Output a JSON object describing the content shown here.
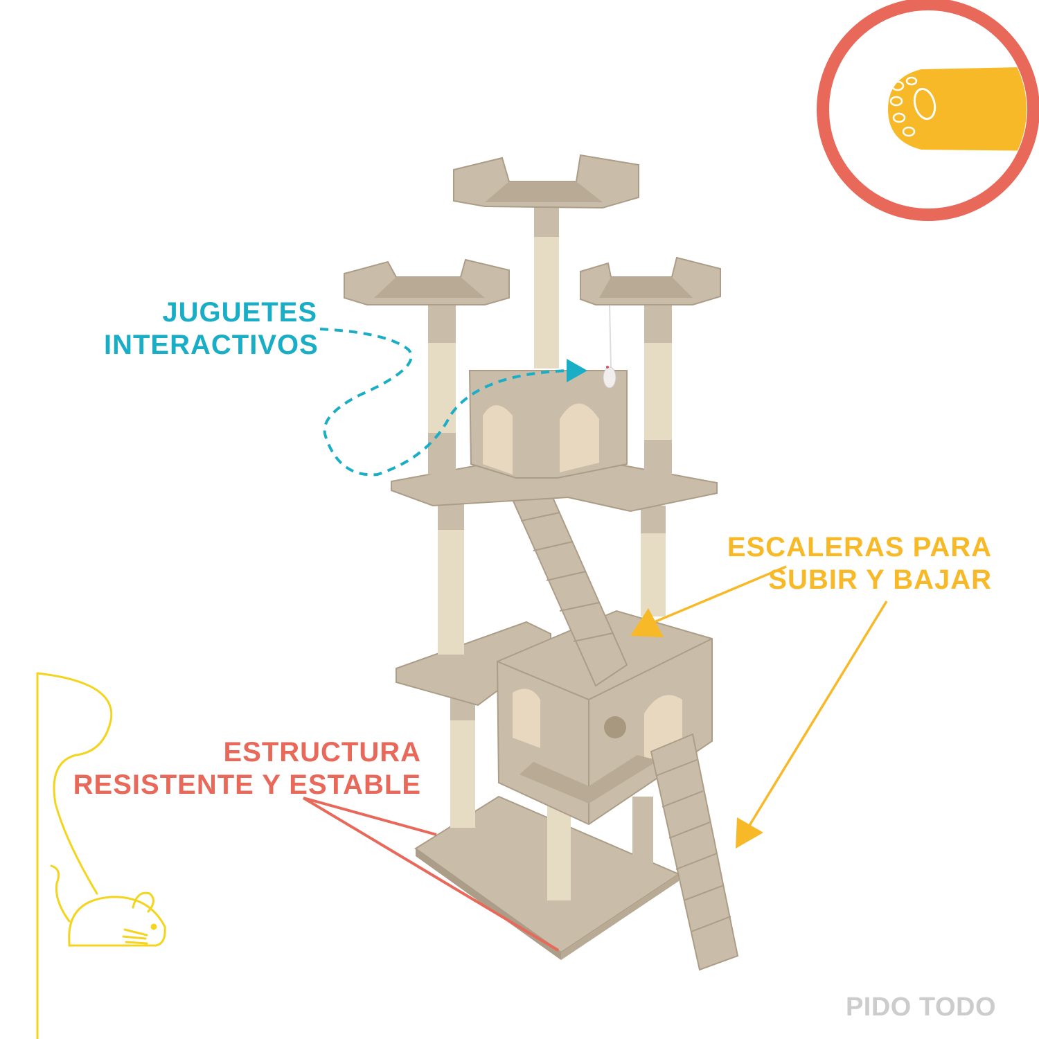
{
  "labels": {
    "toys": {
      "line1": "JUGUETES",
      "line2": "INTERACTIVOS"
    },
    "stairs": {
      "line1": "ESCALERAS PARA",
      "line2": "SUBIR Y BAJAR"
    },
    "structure": {
      "line1": "ESTRUCTURA",
      "line2": "RESISTENTE Y ESTABLE"
    },
    "brand": "PIDO TODO"
  },
  "colors": {
    "teal": "#1aaec6",
    "yellow": "#f7b928",
    "coral": "#e8685a",
    "brand_gray": "#cccccc",
    "beige": "#c9bca8",
    "beige_dark": "#ab9d88",
    "sisal": "#e6dcc3",
    "mouse_yellow": "#f4d41c"
  },
  "icons": [
    "cat-paw-icon",
    "toy-mouse-icon",
    "cat-tree-illustration"
  ]
}
